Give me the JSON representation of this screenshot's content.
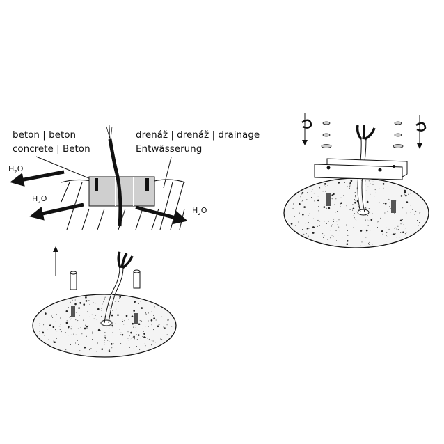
{
  "labels": {
    "concrete_line1": "beton | beton",
    "concrete_line2": "concrete | Beton",
    "drainage_line1": "drenáž | drenáž | drainage",
    "drainage_line2": "Entwässerung",
    "water": {
      "main": "H",
      "sub": "2",
      "tail": "O"
    }
  },
  "colors": {
    "stroke": "#111111",
    "box_fill": "#cfcfcf",
    "ellipse_fill": "#f4f4f4"
  }
}
